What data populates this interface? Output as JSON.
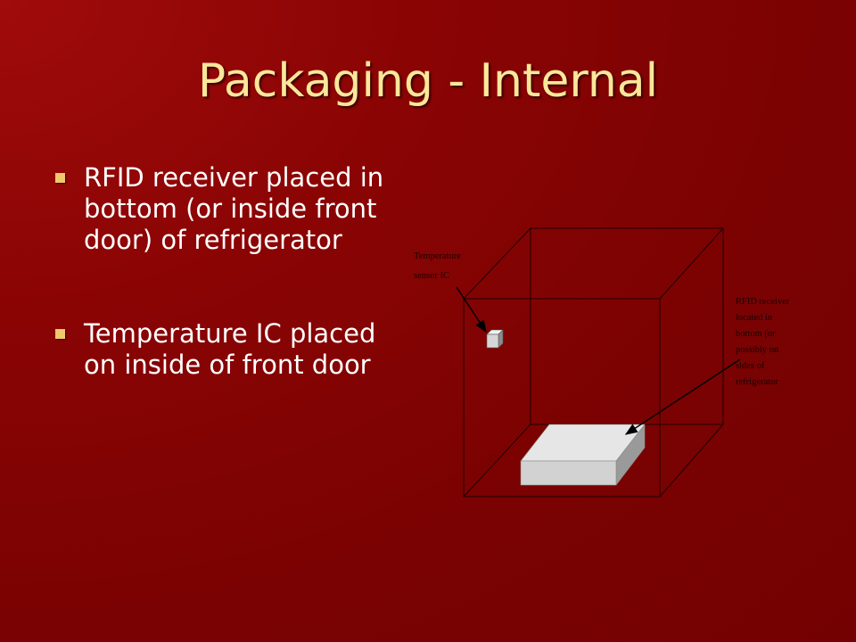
{
  "slide": {
    "title": "Packaging - Internal",
    "bullets": [
      "RFID receiver placed in bottom (or inside front door) of refrigerator",
      "Temperature IC placed on inside of front door"
    ]
  },
  "diagram": {
    "sensor_label": [
      "Temperature",
      "sensor IC"
    ],
    "receiver_label": [
      "RFID receiver",
      "located in",
      "bottom (or",
      "possibly on",
      "sides of",
      "refrigerator"
    ]
  },
  "colors": {
    "title": "#fbe79a",
    "bullet_marker": "#f0c86d",
    "background": "#7a0202"
  }
}
